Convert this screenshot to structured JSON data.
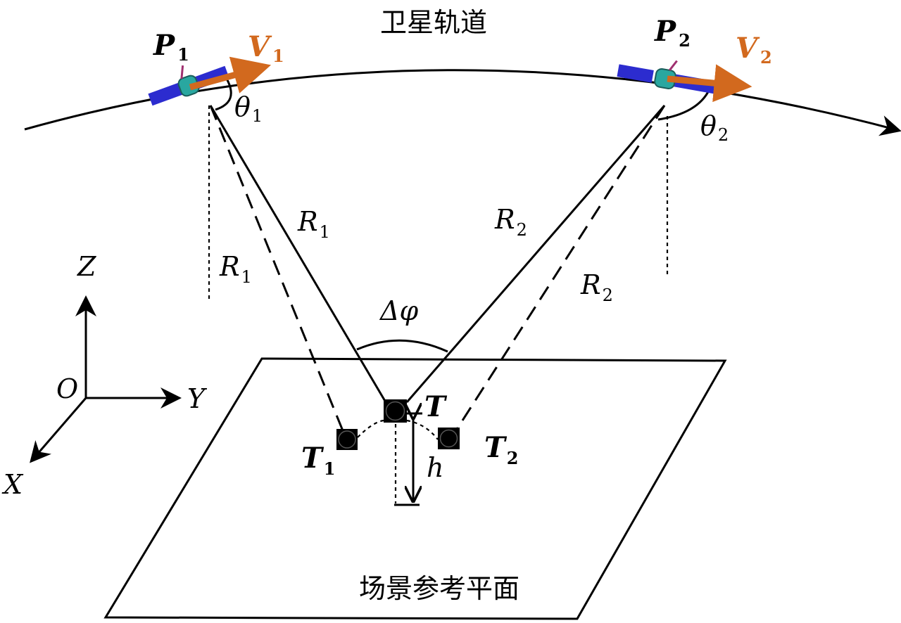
{
  "orbit_label": "卫星轨道",
  "scene_label": "场景参考平面",
  "sat1": {
    "name": "P",
    "sub": "1",
    "velocity": "V",
    "velocity_sub": "1",
    "angle": "θ",
    "angle_sub": "1"
  },
  "sat2": {
    "name": "P",
    "sub": "2",
    "velocity": "V",
    "velocity_sub": "2",
    "angle": "θ",
    "angle_sub": "2"
  },
  "ranges": {
    "r1_solid": {
      "name": "R",
      "sub": "1"
    },
    "r1_dashed": {
      "name": "R",
      "sub": "1"
    },
    "r2_solid": {
      "name": "R",
      "sub": "2"
    },
    "r2_dashed": {
      "name": "R",
      "sub": "2"
    }
  },
  "delta_phi": "Δφ",
  "targets": {
    "T": {
      "name": "T"
    },
    "T1": {
      "name": "T",
      "sub": "1"
    },
    "T2": {
      "name": "T",
      "sub": "2"
    },
    "height": "h"
  },
  "axes": {
    "origin": "O",
    "x": "X",
    "y": "Y",
    "z": "Z"
  },
  "colors": {
    "velocity_arrow": "#d2691e",
    "satellite_panel": "#2c2ccf",
    "satellite_body": "#29a7a0"
  }
}
